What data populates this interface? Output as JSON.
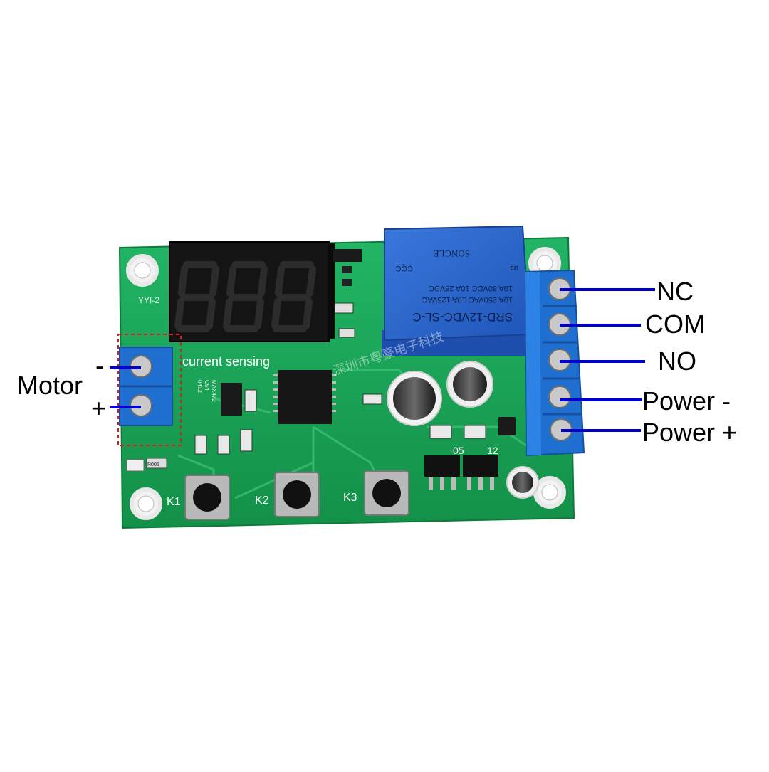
{
  "board": {
    "model_mark": "YYI-2",
    "current_label": "current sensing",
    "relay_model": "SRD-12VDC-SL-C",
    "relay_rating_1": "10A 250VAC 10A 125VAC",
    "relay_rating_2": "10A 30VDC 10A 28VDC",
    "relay_brand": "SONGLE",
    "relay_cert": "CQC",
    "relay_ul": "us",
    "ic_mark_1": "MAX472",
    "ic_mark_2": "C54",
    "ic_mark_3": "0412",
    "reg_1": "05",
    "reg_2": "12",
    "button_labels": [
      "K1",
      "K2",
      "K3"
    ],
    "resistor_mark": "R005",
    "watermark": "深圳市粤豪电子科技"
  },
  "callouts": {
    "motor": "Motor",
    "motor_minus": "-",
    "motor_plus": "+",
    "nc": "NC",
    "com": "COM",
    "no": "NO",
    "power_minus": "Power -",
    "power_plus": "Power +"
  },
  "colors": {
    "pcb": "#1aa65a",
    "terminal": "#1f6fd1",
    "relay": "#2a62c9",
    "display": "#141414",
    "leader_line": "#0000cc"
  }
}
